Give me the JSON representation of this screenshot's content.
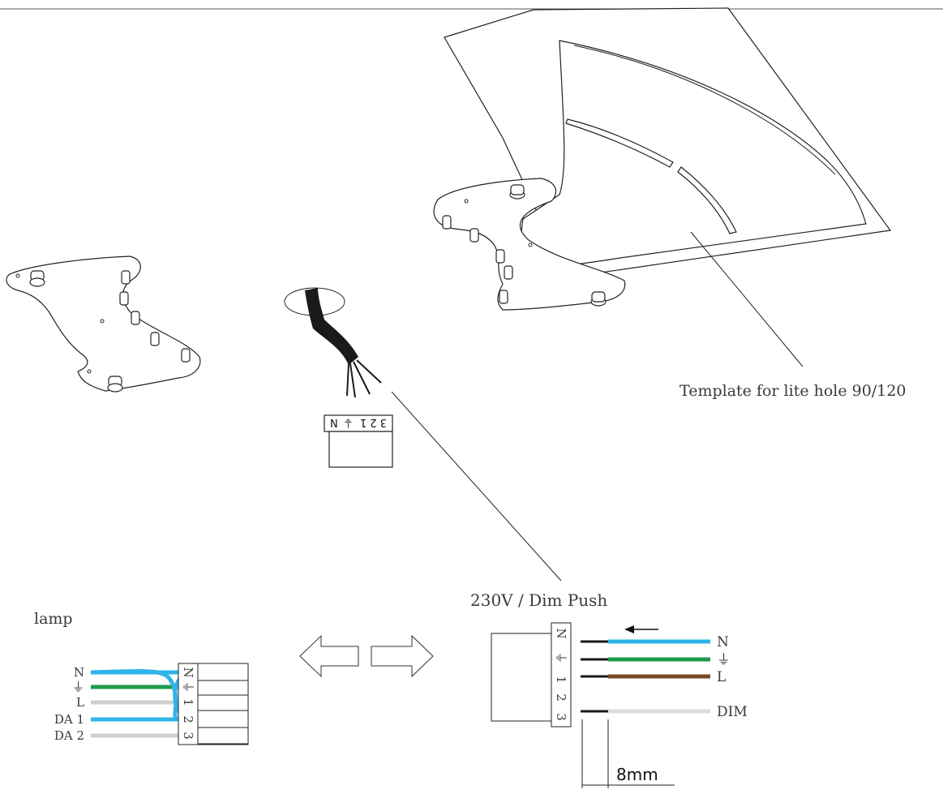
{
  "labels": {
    "template": "Template for lite hole 90/120",
    "supply": "230V / Dim Push",
    "lamp": "lamp",
    "strip_length": "8mm"
  },
  "connector_top": {
    "terminals": "3 2 1",
    "earth": "⏚",
    "neutral": "N"
  },
  "lamp_wires": [
    {
      "label": "N",
      "color": "#2fb4e9"
    },
    {
      "label": "⏚",
      "color": "#1e9a4a"
    },
    {
      "label": "L",
      "color": "#cfcfcf"
    },
    {
      "label": "DA 1",
      "color": "#2fb4e9"
    },
    {
      "label": "DA 2",
      "color": "#cfcfcf"
    }
  ],
  "lamp_terminals": [
    "N",
    "⏚",
    "1",
    "2",
    "3"
  ],
  "supply_wires": [
    {
      "label": "N",
      "color": "#2fb4e9"
    },
    {
      "label": "⏚",
      "color": "#1e9a4a"
    },
    {
      "label": "L",
      "color": "#7a4a22"
    },
    {
      "label": "DIM",
      "color": "#dddddd"
    }
  ],
  "supply_terminals": [
    "N",
    "⏚",
    "1",
    "2",
    "3"
  ],
  "arrows": [
    "left-arrow-icon",
    "right-arrow-icon"
  ]
}
